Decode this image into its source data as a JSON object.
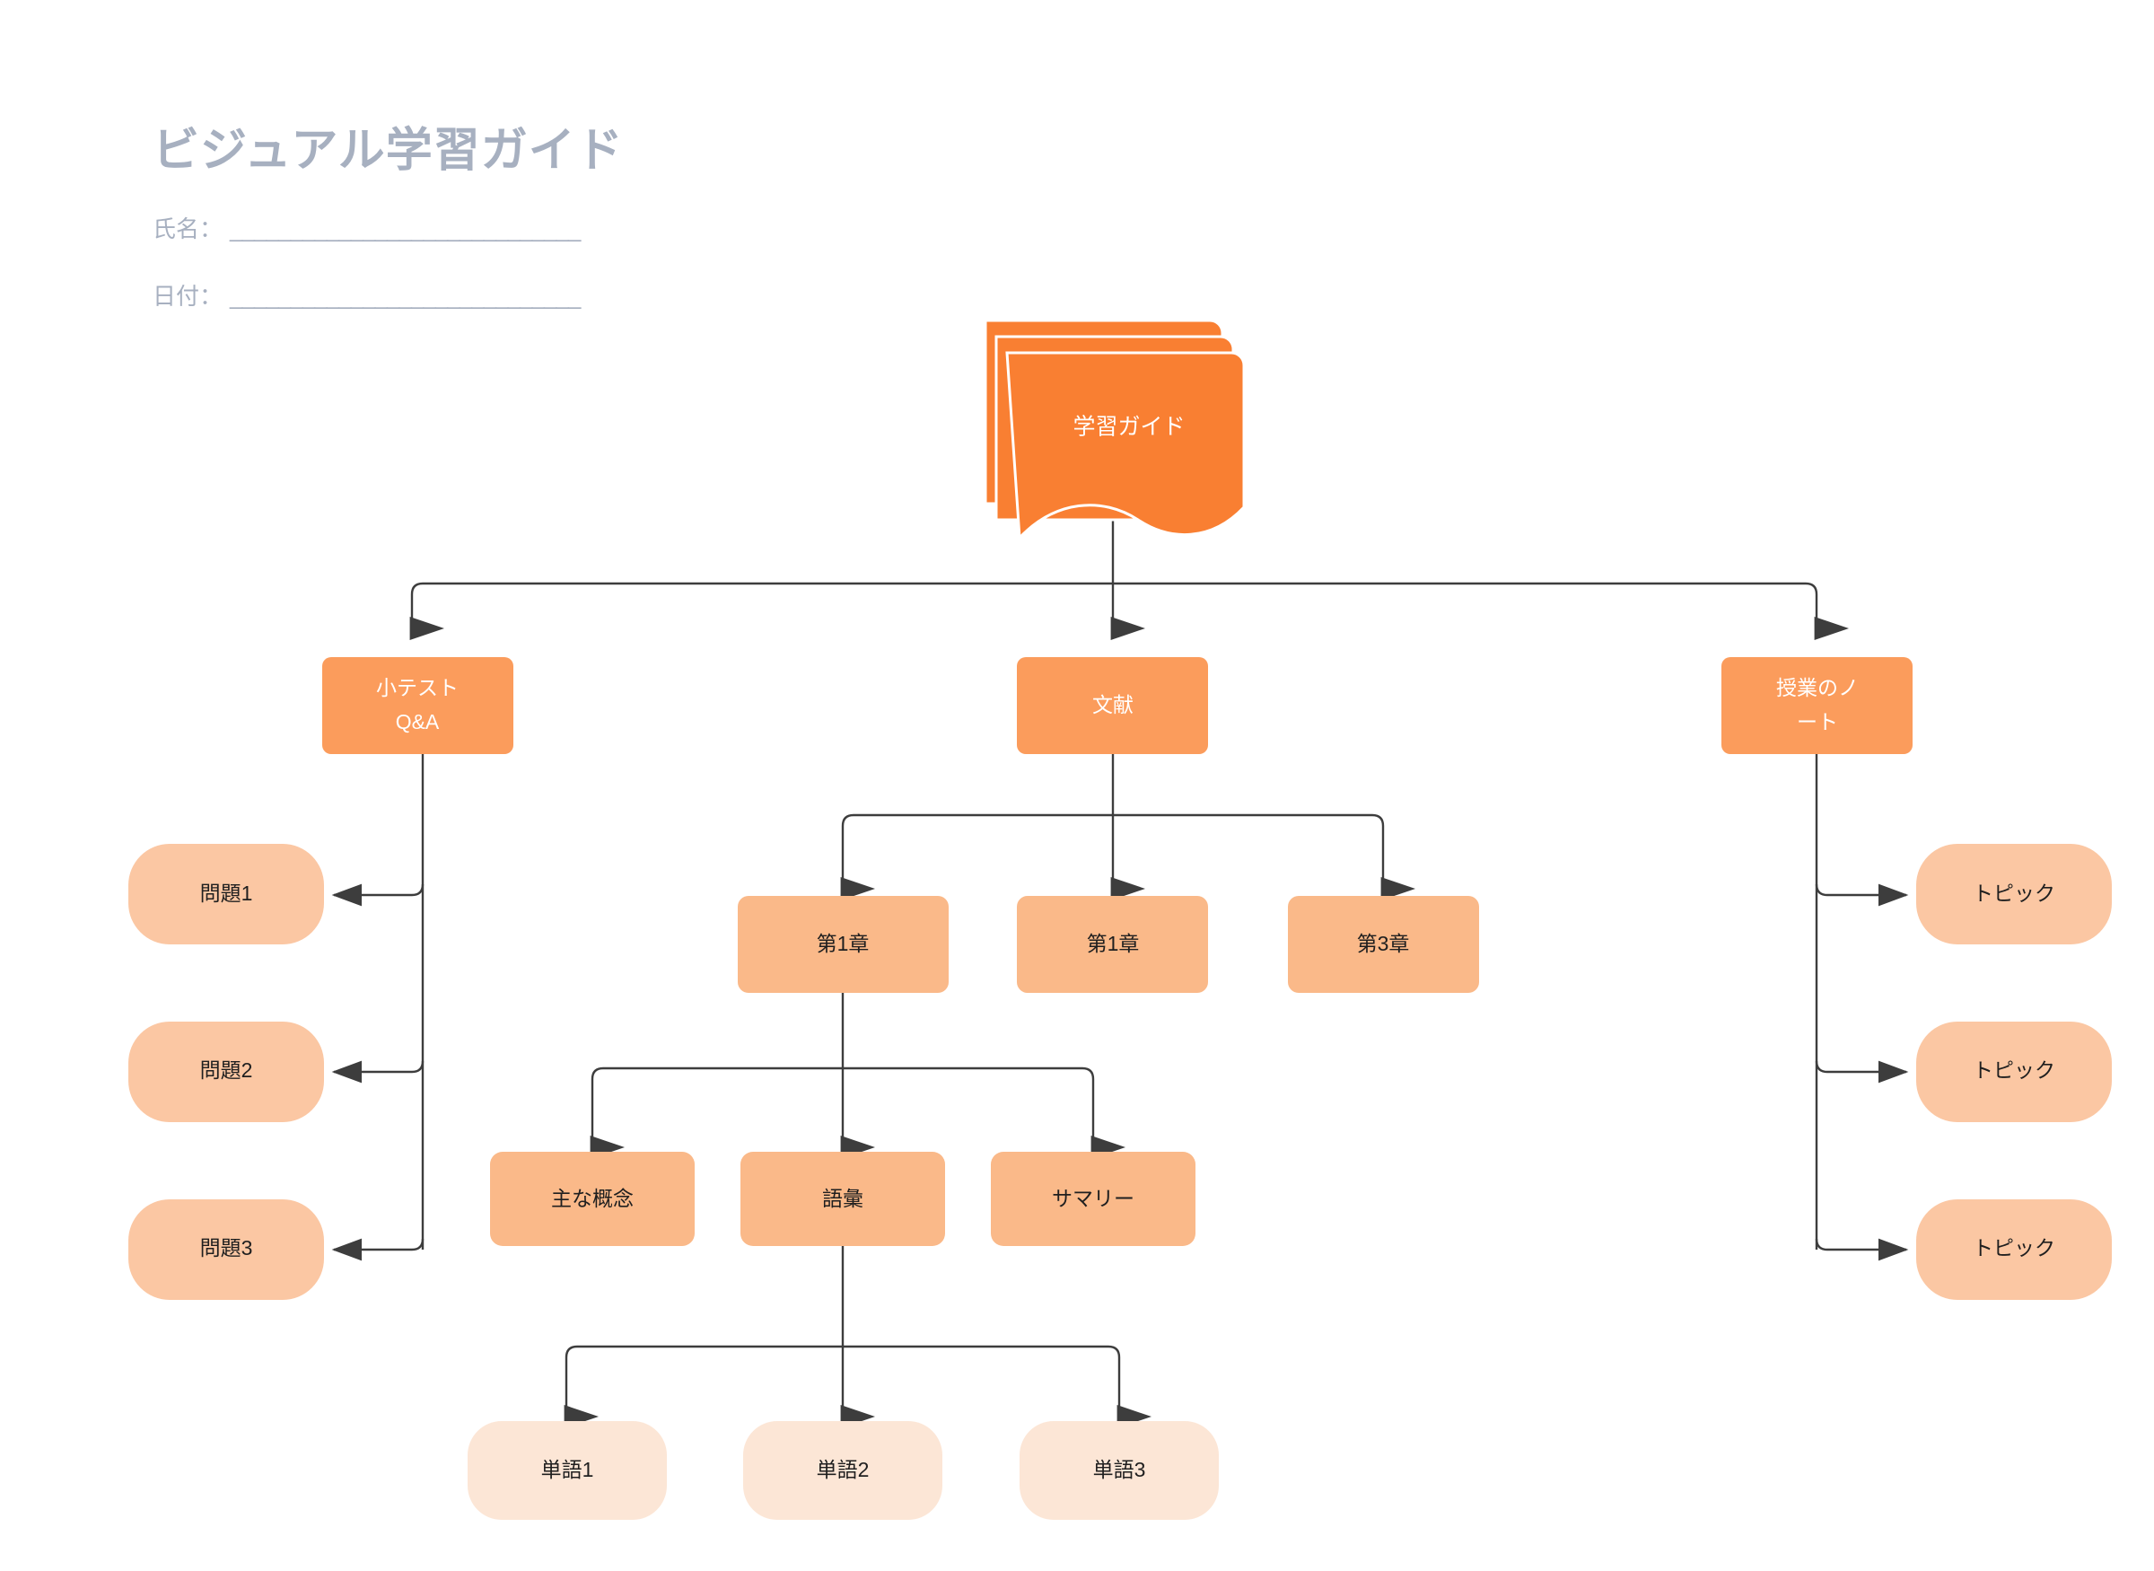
{
  "header": {
    "title": "ビジュアル学習ガイド",
    "fields": [
      {
        "label": "氏名：",
        "line": "_____________________________"
      },
      {
        "label": "日付：",
        "line": "_____________________________"
      }
    ]
  },
  "colors": {
    "title_text": "#A7B0C0",
    "root_fill": "#F97F32",
    "level2_fill": "#FB9C5C",
    "level3_fill": "#FAB989",
    "pill_fill": "#FBC7A3",
    "leaf_fill": "#FCE6D6",
    "edge_stroke": "#3d3d3d",
    "light_text": "#FFFFFF",
    "dark_text": "#1F1F1F",
    "canvas": "#FFFFFF"
  },
  "diagram": {
    "root": {
      "label": "学習ガイド"
    },
    "level2": [
      {
        "label_line1": "小テスト",
        "label_line2": "Q&A"
      },
      {
        "label_line1": "文献",
        "label_line2": ""
      },
      {
        "label_line1": "授業のノ",
        "label_line2": "ート"
      }
    ],
    "questions": [
      {
        "label": "問題1"
      },
      {
        "label": "問題2"
      },
      {
        "label": "問題3"
      }
    ],
    "chapters": [
      {
        "label": "第1章"
      },
      {
        "label": "第1章"
      },
      {
        "label": "第3章"
      }
    ],
    "chapter_children": [
      {
        "label": "主な概念"
      },
      {
        "label": "語彙"
      },
      {
        "label": "サマリー"
      }
    ],
    "words": [
      {
        "label": "単語1"
      },
      {
        "label": "単語2"
      },
      {
        "label": "単語3"
      }
    ],
    "topics": [
      {
        "label": "トピック"
      },
      {
        "label": "トピック"
      },
      {
        "label": "トピック"
      }
    ]
  }
}
